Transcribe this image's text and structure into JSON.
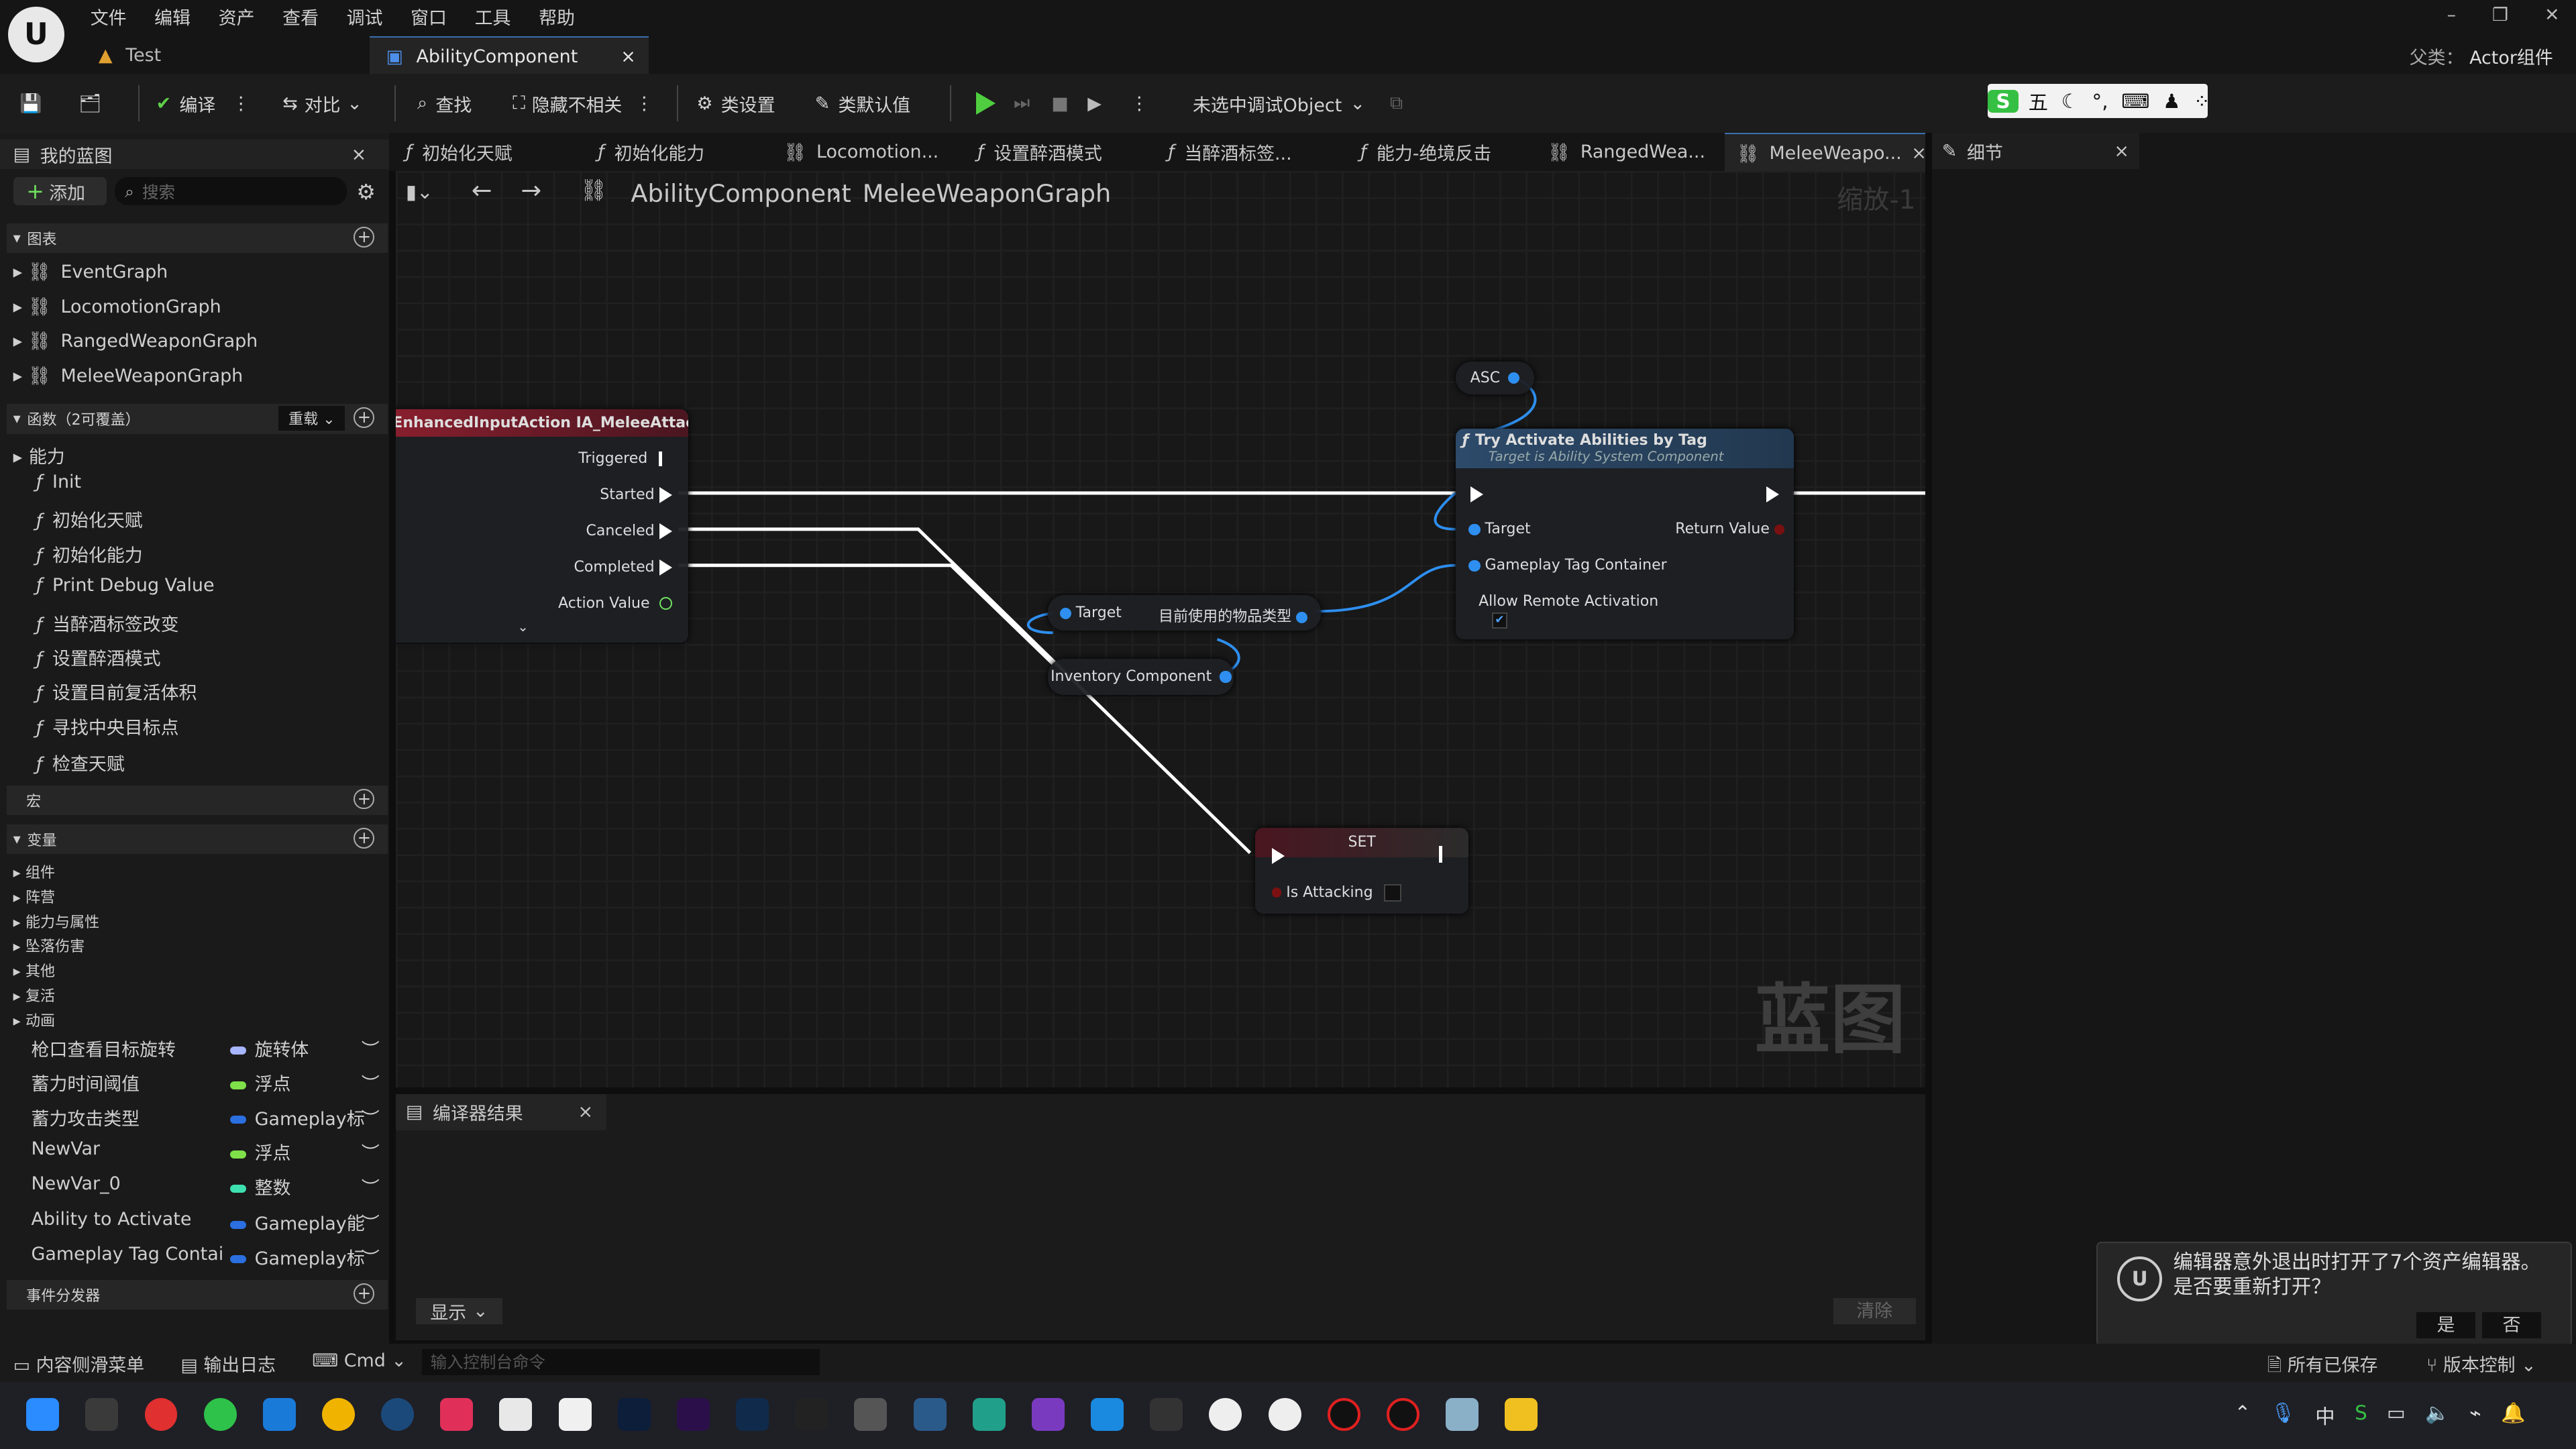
{
  "menus": [
    "文件",
    "编辑",
    "资产",
    "查看",
    "调试",
    "窗口",
    "工具",
    "帮助"
  ],
  "tabs": {
    "test": "Test",
    "ability": "AbilityComponent",
    "close": "×"
  },
  "window": {
    "parent_label": "父类：",
    "parent_value": "Actor组件",
    "min": "–",
    "restore": "❐",
    "close": "✕"
  },
  "toolbar": {
    "compile": "编译",
    "diff": "对比",
    "find": "查找",
    "hide_unrelated": "隐藏不相关",
    "class_settings": "类设置",
    "class_defaults": "类默认值",
    "debug_select": "未选中调试Object",
    "ime": "五"
  },
  "left_panel": {
    "title": "我的蓝图",
    "add": "添加",
    "search_placeholder": "搜索",
    "graphs_header": "图表",
    "graphs": [
      "EventGraph",
      "LocomotionGraph",
      "RangedWeaponGraph",
      "MeleeWeaponGraph"
    ],
    "functions_header": "函数（2可覆盖）",
    "override": "重载",
    "functions_group": "能力",
    "functions": [
      "Init",
      "初始化天赋",
      "初始化能力",
      "Print Debug Value",
      "当醉酒标签改变",
      "设置醉酒模式",
      "设置目前复活体积",
      "寻找中央目标点",
      "检查天赋"
    ],
    "macros_header": "宏",
    "vars_header": "变量",
    "var_groups": [
      "组件",
      "阵营",
      "能力与属性",
      "坠落伤害",
      "其他",
      "复活",
      "动画"
    ],
    "vars": [
      {
        "name": "枪口查看目标旋转",
        "type": "旋转体",
        "color": "#a7b5ff"
      },
      {
        "name": "蓄力时间阈值",
        "type": "浮点",
        "color": "#7fe04a"
      },
      {
        "name": "蓄力攻击类型",
        "type": "Gameplay标",
        "color": "#2b6fe0"
      },
      {
        "name": "NewVar",
        "type": "浮点",
        "color": "#7fe04a"
      },
      {
        "name": "NewVar_0",
        "type": "整数",
        "color": "#3fe0b0"
      },
      {
        "name": "Ability to Activate",
        "type": "Gameplay能",
        "color": "#2b6fe0"
      },
      {
        "name": "Gameplay Tag Containe",
        "type": "Gameplay标",
        "color": "#2b6fe0"
      }
    ],
    "dispatchers_header": "事件分发器"
  },
  "doc_tabs": [
    "初始化天赋",
    "初始化能力",
    "Locomotion...",
    "设置醉酒模式",
    "当醉酒标签...",
    "能力-绝境反击",
    "RangedWea...",
    "MeleeWeapo..."
  ],
  "breadcrumb": {
    "root": "AbilityComponent",
    "current": "MeleeWeaponGraph",
    "zoom": "缩放-1",
    "watermark": "蓝图"
  },
  "nodes": {
    "input_action": {
      "title": "EnhancedInputAction IA_MeleeAttack",
      "pins": [
        "Triggered",
        "Started",
        "Canceled",
        "Completed",
        "Action Value"
      ]
    },
    "asc": "ASC",
    "try_activate": {
      "title": "Try Activate Abilities by Tag",
      "subtitle": "Target is Ability System Component",
      "target": "Target",
      "return": "Return Value",
      "tag_container": "Gameplay Tag Container",
      "remote": "Allow Remote Activation"
    },
    "item_type": {
      "target": "Target",
      "out": "目前使用的物品类型"
    },
    "inventory": "Inventory Component",
    "set": {
      "title": "SET",
      "var": "Is Attacking"
    }
  },
  "details": {
    "title": "细节"
  },
  "compiler": {
    "title": "编译器结果",
    "show": "显示",
    "clear": "清除"
  },
  "status": {
    "drawer": "内容侧滑菜单",
    "output_log": "输出日志",
    "cmd": "Cmd",
    "cmd_placeholder": "输入控制台命令",
    "saved": "所有已保存",
    "source_control": "版本控制"
  },
  "toast": {
    "message": "编辑器意外退出时打开了7个资产编辑器。是否要重新打开？",
    "yes": "是",
    "no": "否"
  }
}
